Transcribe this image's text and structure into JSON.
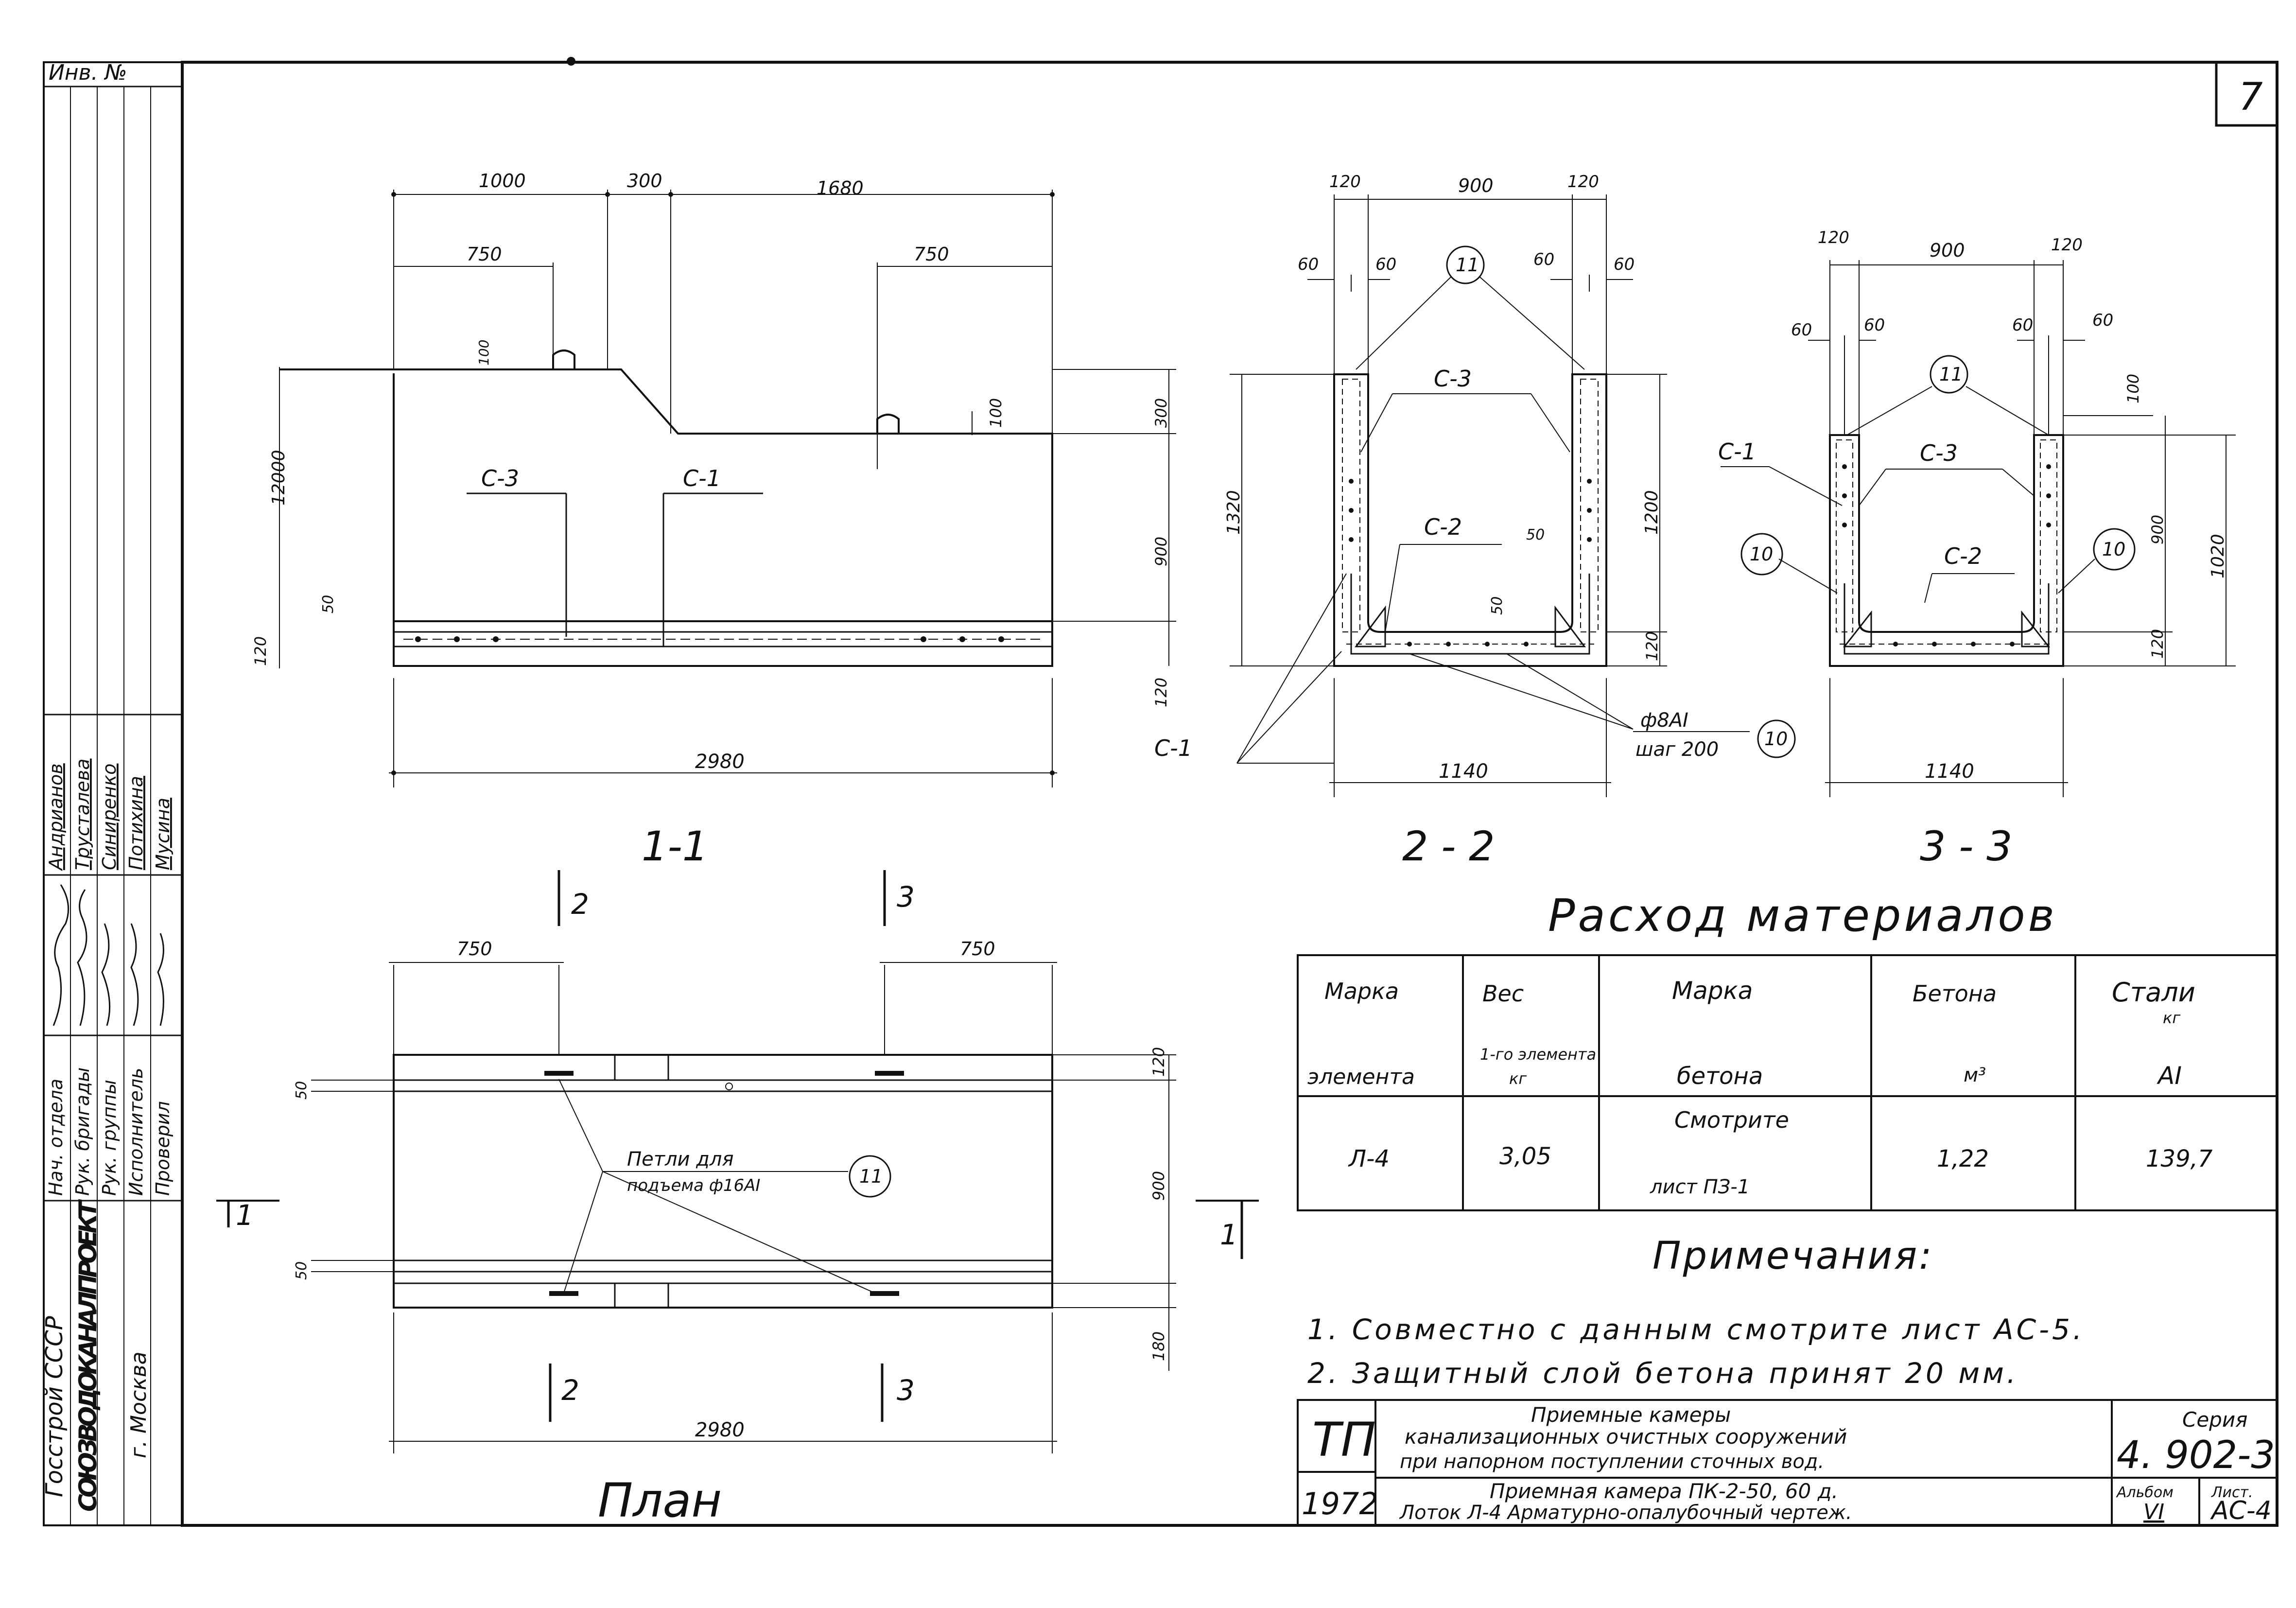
{
  "sheet_number": "7",
  "inventory_label": "Инв. №",
  "side_stamp": {
    "org_lines": [
      "Госстрой СССР",
      "СОЮЗВОДОКАНАЛПРОЕКТ",
      "г. Москва"
    ],
    "roles": [
      "Нач. отдела",
      "Рук. бригады",
      "Рук. группы",
      "Исполнитель",
      "Проверил"
    ],
    "names": [
      "Андрианов",
      "Трусталева",
      "Синиренко",
      "Потихина",
      "Мусина"
    ]
  },
  "section_1_1": {
    "title": "1-1",
    "dims_top": [
      "1000",
      "300",
      "1680",
      "750",
      "750"
    ],
    "dims_left": [
      "12000",
      "120",
      "50",
      "100"
    ],
    "dims_right": [
      "300",
      "900",
      "120",
      "100"
    ],
    "dim_bottom": "2980",
    "labels": [
      "C-3",
      "C-1"
    ]
  },
  "section_2_2": {
    "title": "2 - 2",
    "dims_top": [
      "120",
      "900",
      "120",
      "60",
      "60",
      "60",
      "60"
    ],
    "dims_sides": [
      "1320",
      "1200",
      "120",
      "50",
      "50"
    ],
    "dim_bottom": "1140",
    "labels": [
      "C-3",
      "C-2",
      "C-1"
    ],
    "callout_num": "11",
    "rebar_note_1": "ф8АI",
    "rebar_note_2": "шаг 200",
    "rebar_callout": "10"
  },
  "section_3_3": {
    "title": "3 - 3",
    "dims_top": [
      "120",
      "900",
      "120",
      "60",
      "60",
      "60",
      "60"
    ],
    "dims_sides": [
      "100",
      "900",
      "1020",
      "120"
    ],
    "dim_bottom": "1140",
    "labels": [
      "C-1",
      "C-3",
      "C-2"
    ],
    "callout_num": "11",
    "side_callout": "10"
  },
  "plan": {
    "title": "План",
    "dims_top": [
      "750",
      "750"
    ],
    "dims_right": [
      "120",
      "900",
      "180"
    ],
    "dims_left": [
      "50",
      "50"
    ],
    "dim_bottom": "2980",
    "cut_marks": [
      "2",
      "3",
      "2",
      "3",
      "1",
      "1"
    ],
    "loops_note_1": "Петли для",
    "loops_note_2": "подъема ф16АI",
    "loops_callout": "11"
  },
  "materials": {
    "title": "Расход материалов",
    "headers": [
      {
        "top": "Марка",
        "mid": "",
        "bottom": "элемента"
      },
      {
        "top": "Вес",
        "mid": "1-го элемента",
        "bottom": "кг"
      },
      {
        "top": "Марка",
        "mid": "",
        "bottom": "бетона"
      },
      {
        "top": "Бетона",
        "mid": "",
        "bottom": "м³"
      },
      {
        "top": "Стали",
        "mid": "кг",
        "bottom": "АI"
      }
    ],
    "row": {
      "mark": "Л-4",
      "weight": "3,05",
      "grade_top": "Смотрите",
      "grade_bottom": "лист    ПЗ-1",
      "concrete": "1,22",
      "steel": "139,7"
    }
  },
  "notes": {
    "title": "Примечания:",
    "items": [
      "1. Совместно с данным смотрите лист АС-5.",
      "2. Защитный слой бетона принят 20 мм."
    ]
  },
  "title_block": {
    "logo": "ТП",
    "year": "1972",
    "desc_line_1": "Приемные камеры",
    "desc_line_2": "канализационных очистных сооружений",
    "desc_line_3": "при напорном поступлении сточных вод.",
    "desc_line_4": "Приемная камера ПК-2-50, 60 д.",
    "desc_line_5": "Лоток Л-4 Арматурно-опалубочный чертеж.",
    "series_label": "Серия",
    "series_value": "4. 902-3",
    "album_label": "Альбом",
    "album_value": "VI",
    "sheet_label": "Лист.",
    "sheet_value": "АС-4"
  }
}
